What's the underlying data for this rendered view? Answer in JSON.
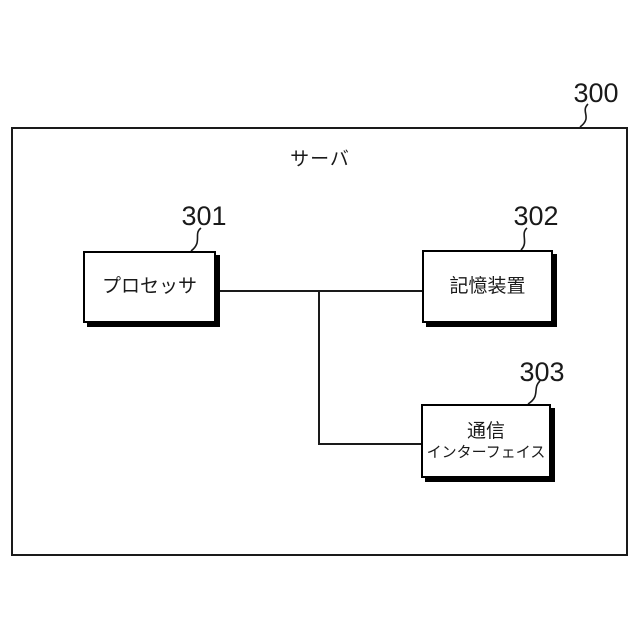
{
  "figure": {
    "server_title": "サーバ",
    "outer_ref": "300",
    "components": [
      {
        "ref": "301",
        "label": "プロセッサ"
      },
      {
        "ref": "302",
        "label": "記憶装置"
      },
      {
        "ref": "303",
        "label_line1": "通信",
        "label_line2": "インターフェイス"
      }
    ],
    "colors": {
      "line": "#1a1a1a",
      "background": "#ffffff"
    }
  }
}
